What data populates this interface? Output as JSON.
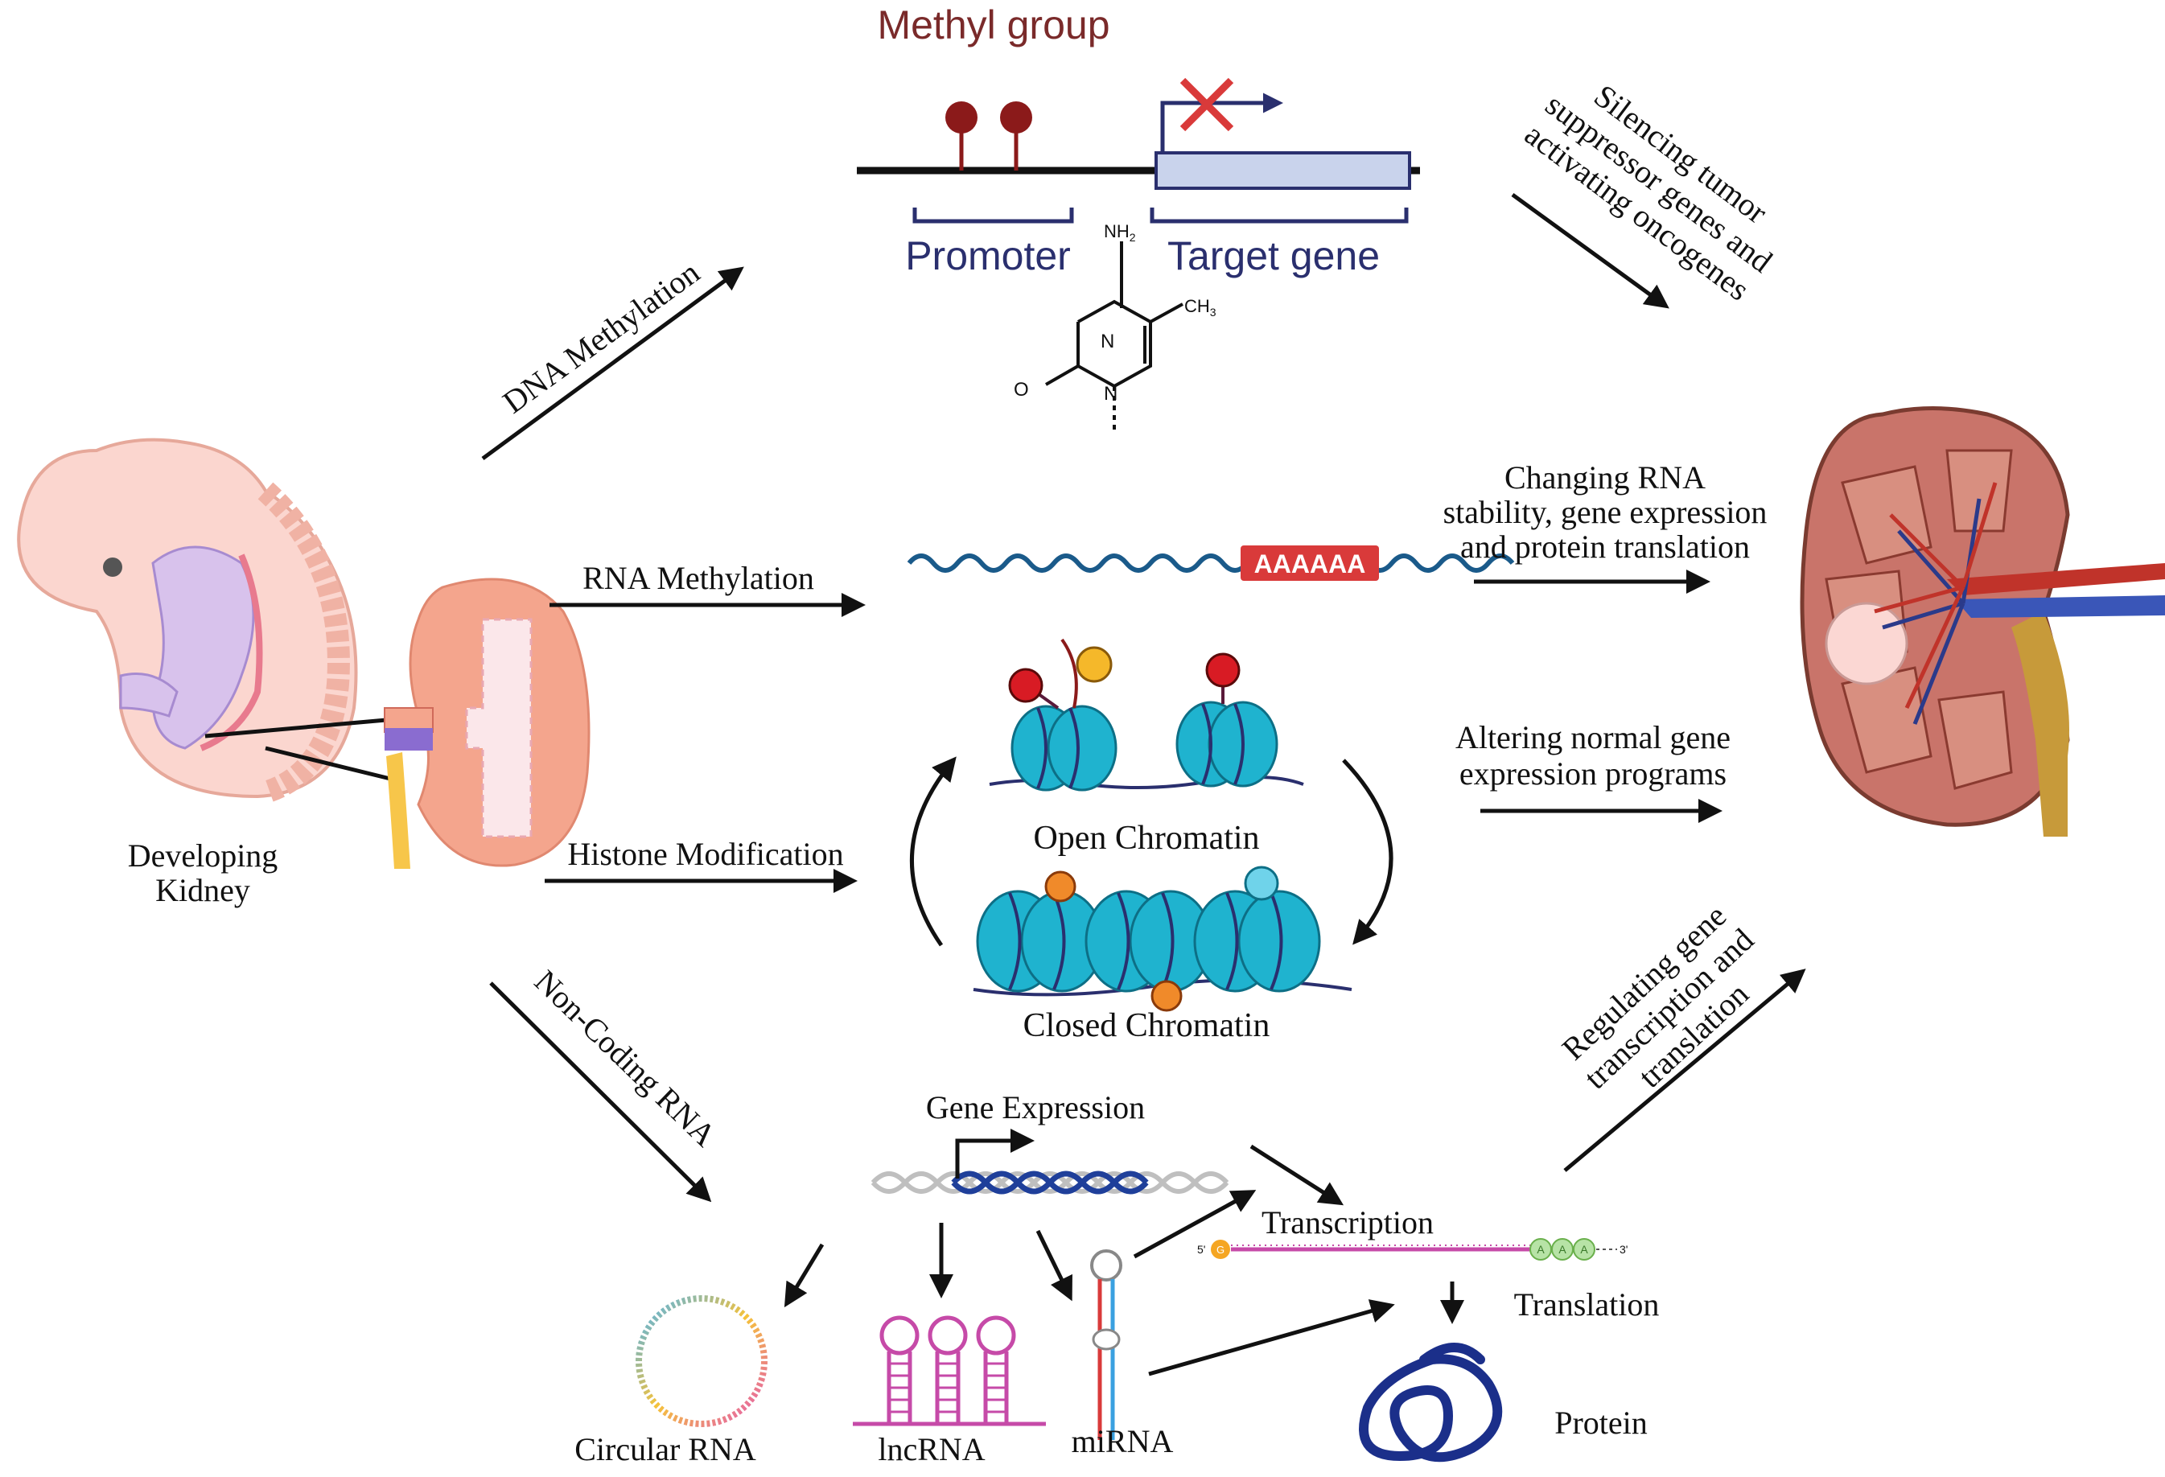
{
  "labels": {
    "methyl_group": "Methyl group",
    "promoter": "Promoter",
    "target_gene": "Target gene",
    "developing_kidney_line1": "Developing",
    "developing_kidney_line2": "Kidney",
    "dna_methylation": "DNA Methylation",
    "rna_methylation": "RNA Methylation",
    "histone_modification": "Histone Modification",
    "non_coding_rna": "Non-Coding RNA",
    "nh2": "NH",
    "nh2_sub": "2",
    "ch3": "CH",
    "ch3_sub": "3",
    "atom_n_top": "N",
    "atom_n_bottom": "N",
    "atom_o": "O",
    "poly_a": "AAAAAA",
    "open_chromatin": "Open Chromatin",
    "closed_chromatin": "Closed Chromatin",
    "gene_expression": "Gene Expression",
    "transcription": "Transcription",
    "translation": "Translation",
    "protein": "Protein",
    "circular_rna": "Circular RNA",
    "lncrna": "lncRNA",
    "mirna": "miRNA",
    "five_prime": "5'",
    "three_prime": "3'",
    "cap": "G",
    "a_tail": "A"
  },
  "outcomes": {
    "silencing": [
      "Silencing tumor",
      "suppressor genes and",
      "activating oncogenes"
    ],
    "rna_stability": [
      "Changing RNA",
      "stability, gene expression",
      "and protein translation"
    ],
    "altering": [
      "Altering normal gene",
      "expression programs"
    ],
    "regulating": [
      "Regulating gene",
      "transcription and",
      "translation"
    ]
  },
  "colors": {
    "methyl_text": "#7a2a2a",
    "methyl_pin": "#8b1a1a",
    "blue_text": "#2a2f6e",
    "gene_box": "#c9d3ec",
    "poly_a_bg": "#d93a3a",
    "nucleosome": "#1fb3cf",
    "kidney": "#f4a58d",
    "embryo": "#fbd6cf"
  }
}
